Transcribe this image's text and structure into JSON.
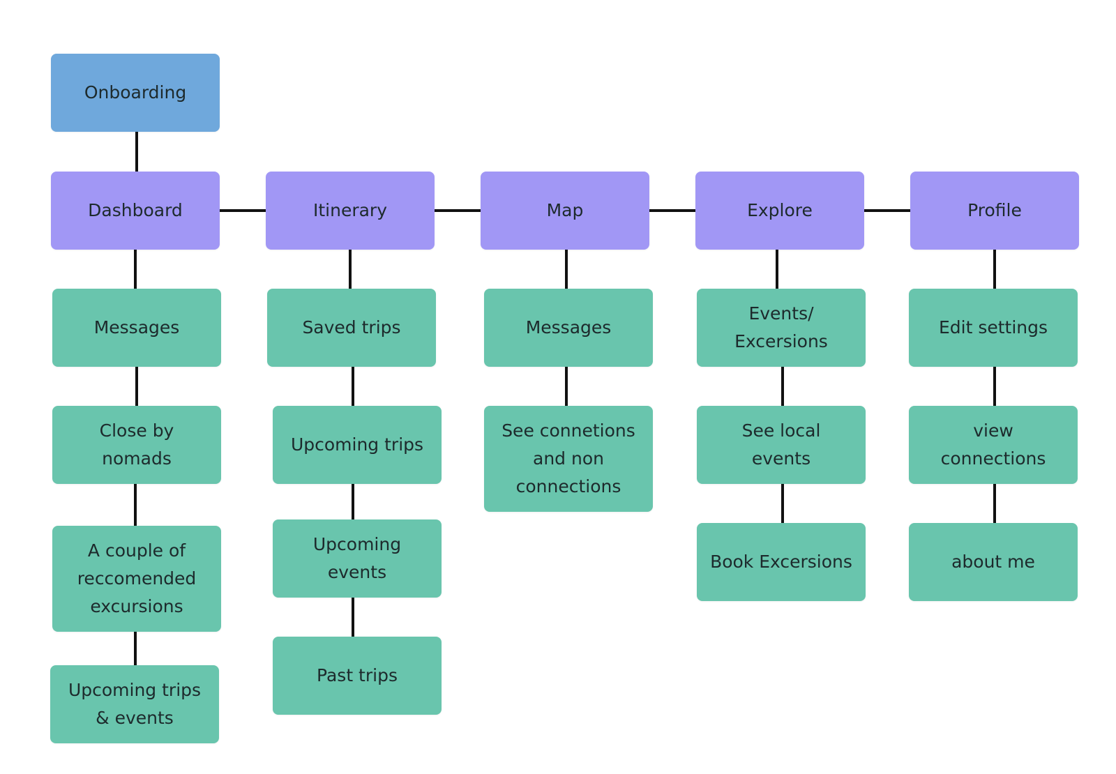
{
  "colors": {
    "root": "#6fa8dc",
    "section": "#a197f5",
    "leaf": "#69c5ad",
    "line": "#111111",
    "text": "#1d2a2c"
  },
  "root": {
    "label": "Onboarding"
  },
  "sections": [
    {
      "label": "Dashboard",
      "children": [
        {
          "label": "Messages"
        },
        {
          "label": "Close by\nnomads"
        },
        {
          "label": "A couple of\nreccomended\nexcursions"
        },
        {
          "label": "Upcoming trips\n& events"
        }
      ]
    },
    {
      "label": "Itinerary",
      "children": [
        {
          "label": "Saved trips"
        },
        {
          "label": "Upcoming trips"
        },
        {
          "label": "Upcoming\nevents"
        },
        {
          "label": "Past trips"
        }
      ]
    },
    {
      "label": "Map",
      "children": [
        {
          "label": "Messages"
        },
        {
          "label": "See connetions\nand non\nconnections"
        }
      ]
    },
    {
      "label": "Explore",
      "children": [
        {
          "label": "Events/\nExcersions"
        },
        {
          "label": "See local\nevents"
        },
        {
          "label": "Book Excersions"
        }
      ]
    },
    {
      "label": "Profile",
      "children": [
        {
          "label": "Edit settings"
        },
        {
          "label": "view\nconnections"
        },
        {
          "label": "about me"
        }
      ]
    }
  ]
}
